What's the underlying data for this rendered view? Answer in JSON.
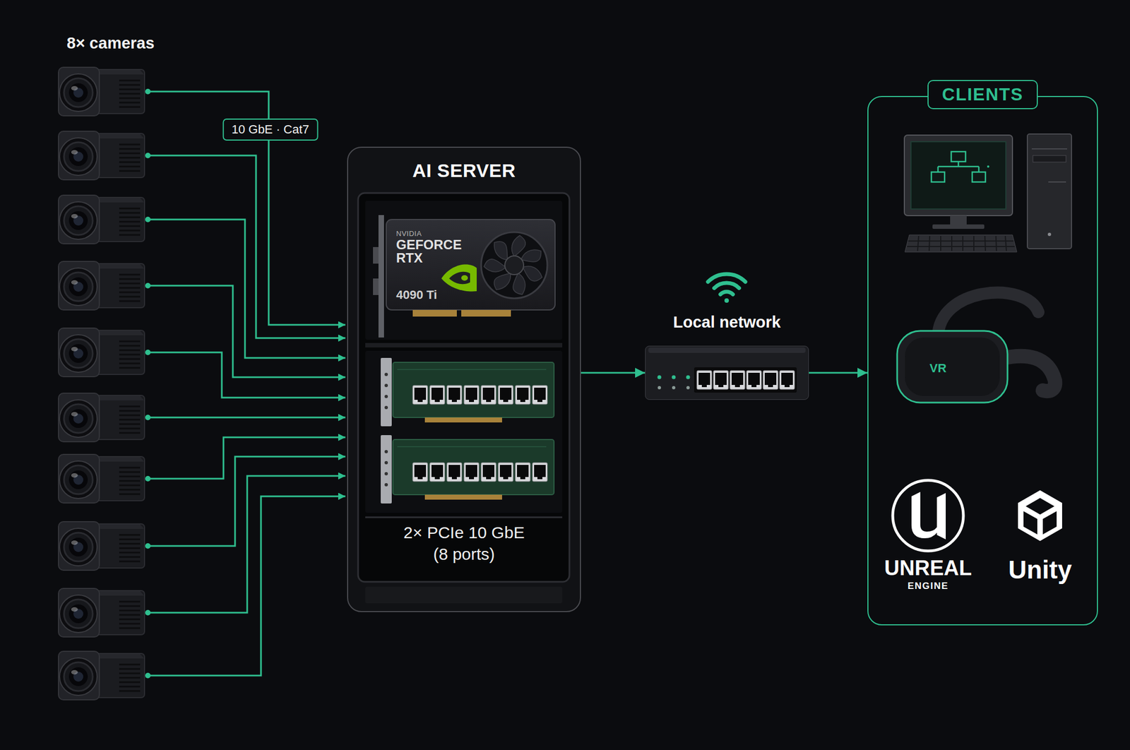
{
  "diagram": {
    "nodes": [
      {
        "text": [
          "AI SERVER",
          "2× PCIe 10 GbE (8 ports)"
        ]
      },
      {
        "text": [
          "Local network"
        ]
      },
      {
        "text": [
          "CLIENTS"
        ]
      }
    ],
    "edges": [
      {
        "from": 0,
        "to": 1,
        "arrow": "to"
      },
      {
        "from": 1,
        "to": 2,
        "arrow": "to"
      }
    ],
    "labels": [
      "8× cameras",
      "10 GbE · Cat7",
      "NVIDIA",
      "GEFORCE RTX",
      "4090 Ti",
      "VR",
      "UNREAL",
      "ENGINE",
      "Unity"
    ]
  }
}
